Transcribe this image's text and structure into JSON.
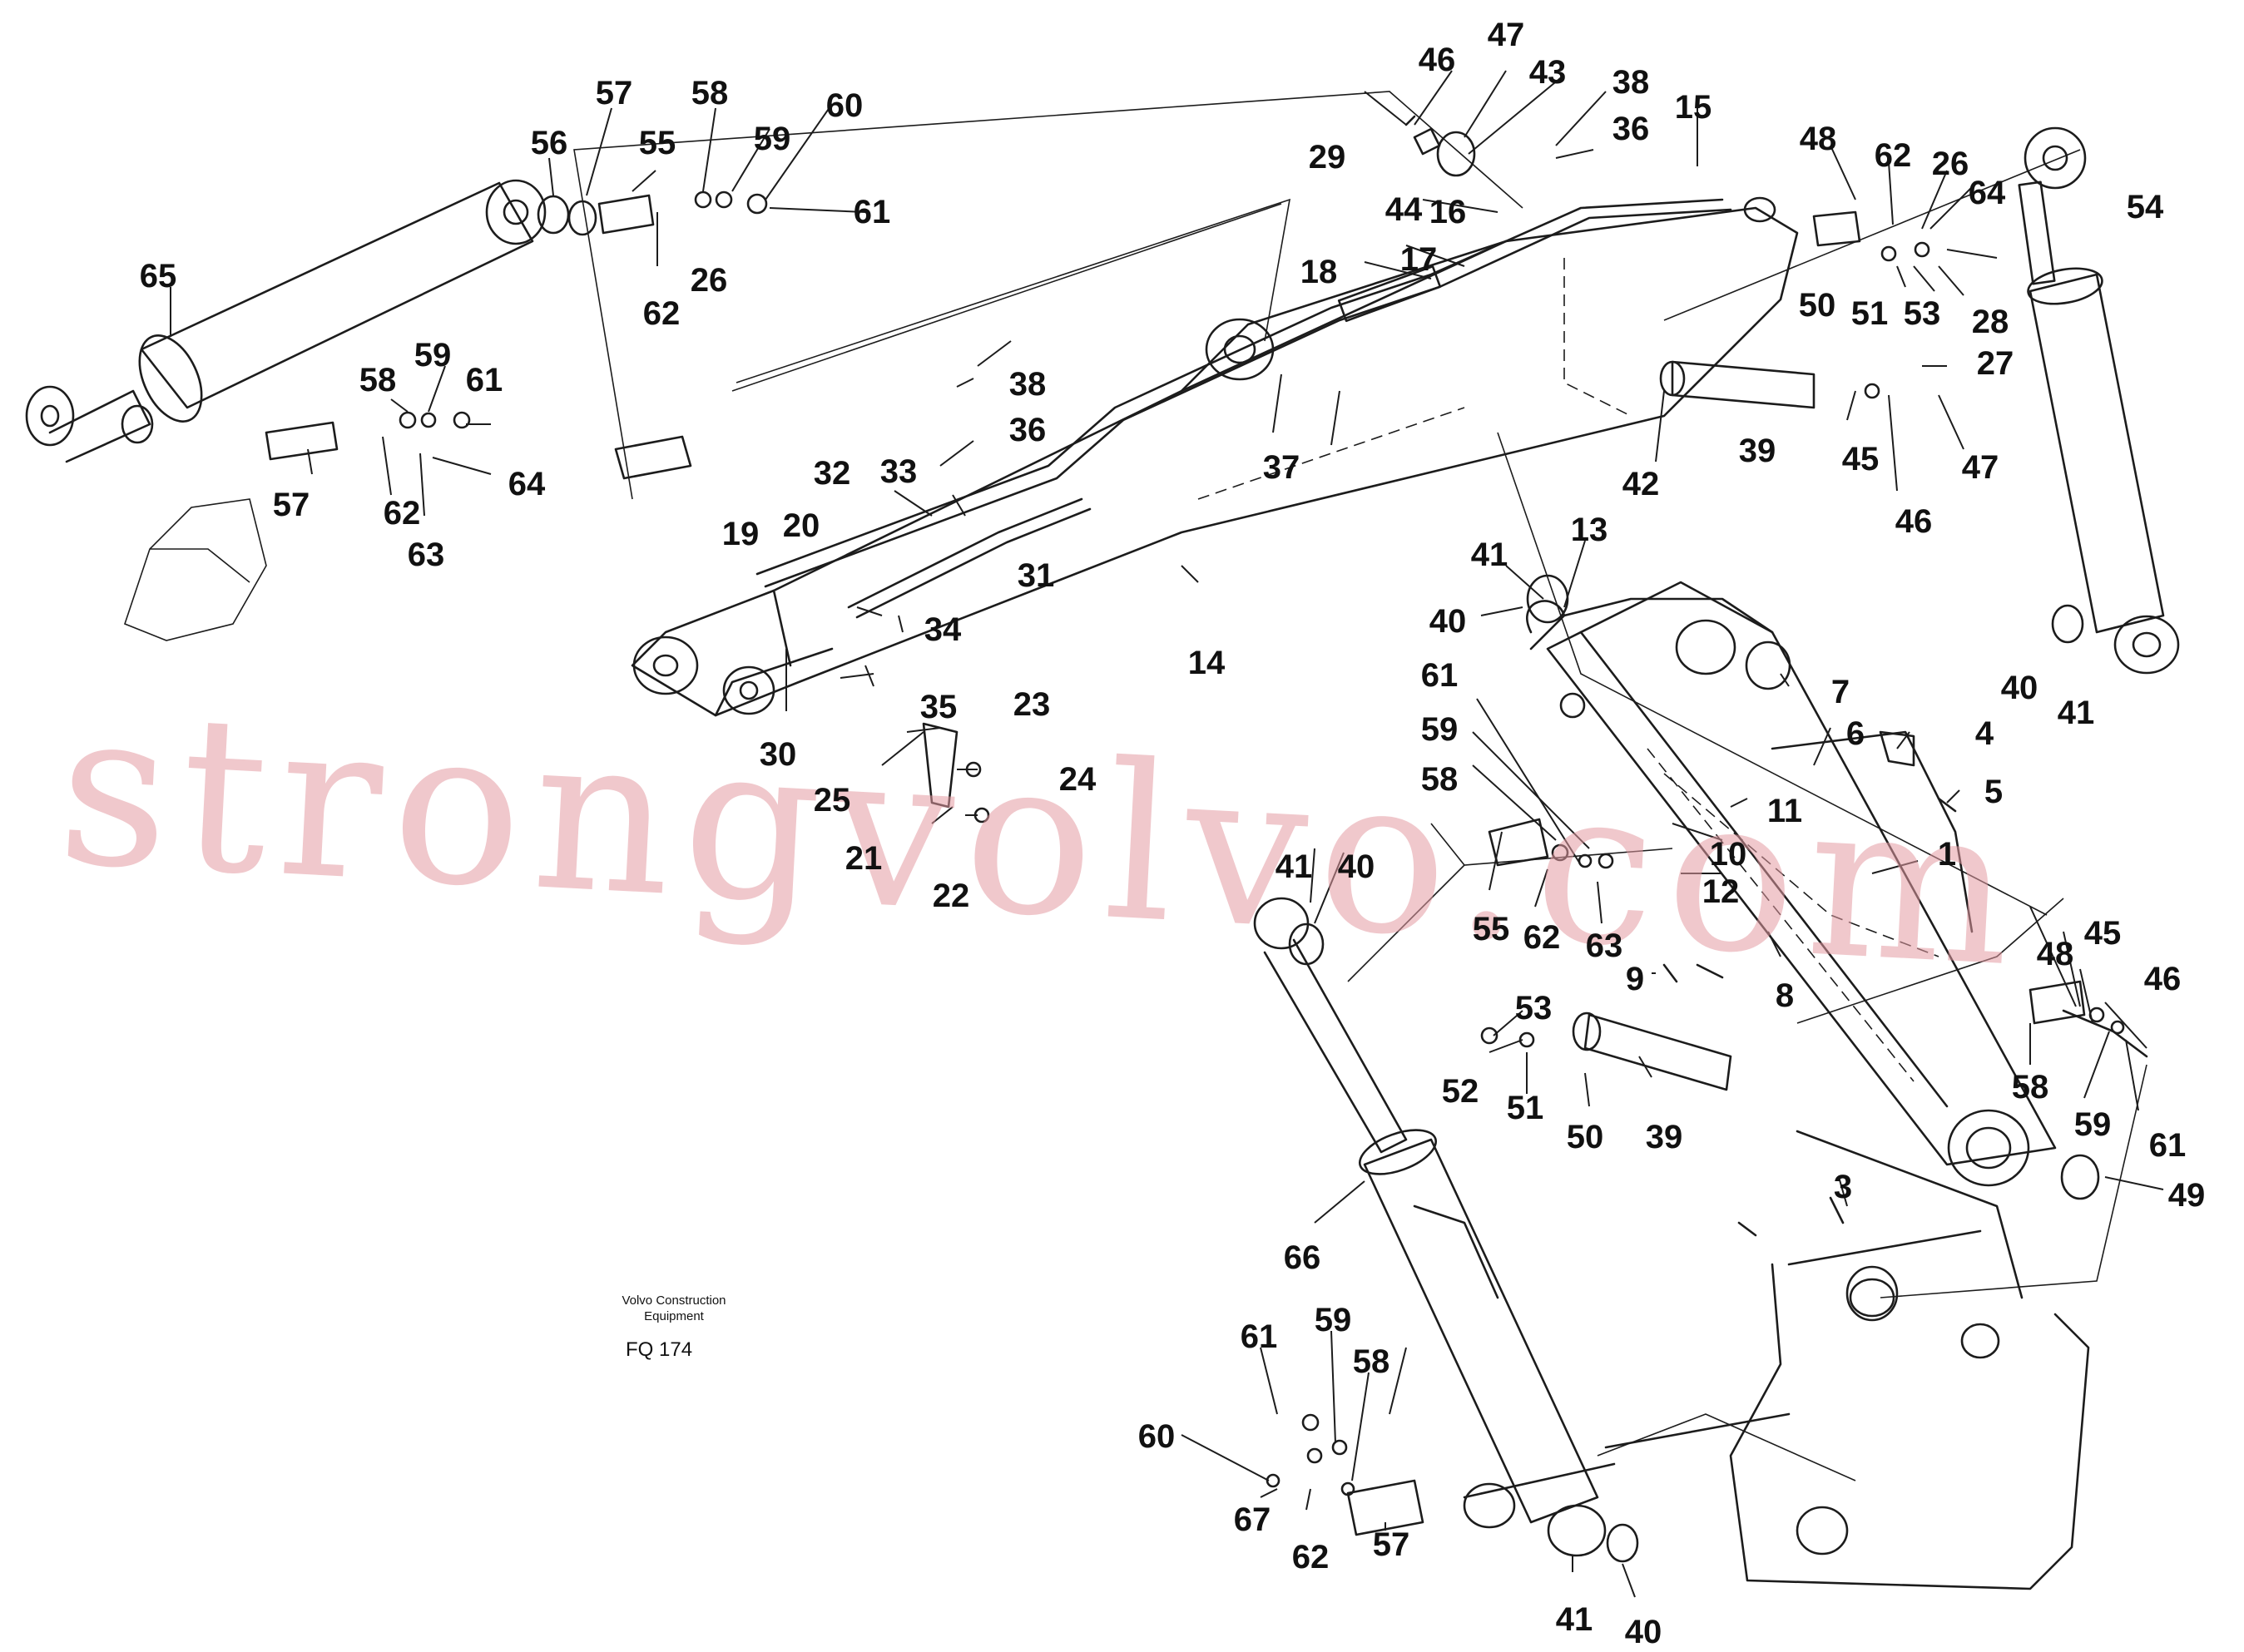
{
  "diagram": {
    "caption_line1": "Volvo Construction",
    "caption_line2": "Equipment",
    "figure_code": "FQ 174",
    "watermark": "strongvolvo.com",
    "callouts": [
      "1",
      "3",
      "4",
      "5",
      "6",
      "7",
      "8",
      "9",
      "10",
      "11",
      "12",
      "13",
      "14",
      "15",
      "16",
      "17",
      "18",
      "19",
      "20",
      "21",
      "22",
      "23",
      "24",
      "25",
      "26",
      "27",
      "28",
      "29",
      "30",
      "31",
      "32",
      "33",
      "34",
      "35",
      "36",
      "37",
      "38",
      "39",
      "40",
      "41",
      "42",
      "43",
      "44",
      "45",
      "46",
      "47",
      "48",
      "49",
      "50",
      "51",
      "52",
      "53",
      "54",
      "55",
      "56",
      "57",
      "58",
      "59",
      "60",
      "61",
      "62",
      "63",
      "64",
      "65",
      "66",
      "67"
    ]
  }
}
